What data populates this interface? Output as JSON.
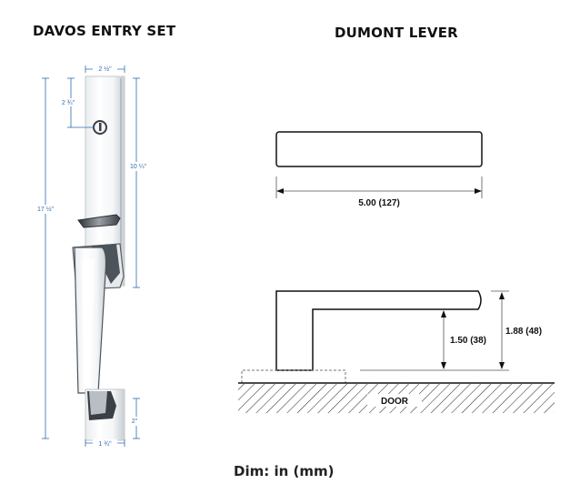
{
  "titles": {
    "entry_set": "DAVOS ENTRY SET",
    "lever": "DUMONT LEVER"
  },
  "entry_dims": {
    "top_width": "2 ½\"",
    "cylinder_offset": "2 ¾\"",
    "plate_height": "10 ¼\"",
    "overall_height": "17 ½\"",
    "bottom_height": "2\"",
    "bottom_width": "1 ¾\""
  },
  "lever_dims": {
    "length": "5.00 (127)",
    "projection_inner": "1.50 (38)",
    "projection_outer": "1.88 (48)",
    "door_label": "DOOR"
  },
  "footer": {
    "units": "Dim: in (mm)"
  },
  "colors": {
    "dimension_blue": "#2a6cb0",
    "line_black": "#111111"
  }
}
